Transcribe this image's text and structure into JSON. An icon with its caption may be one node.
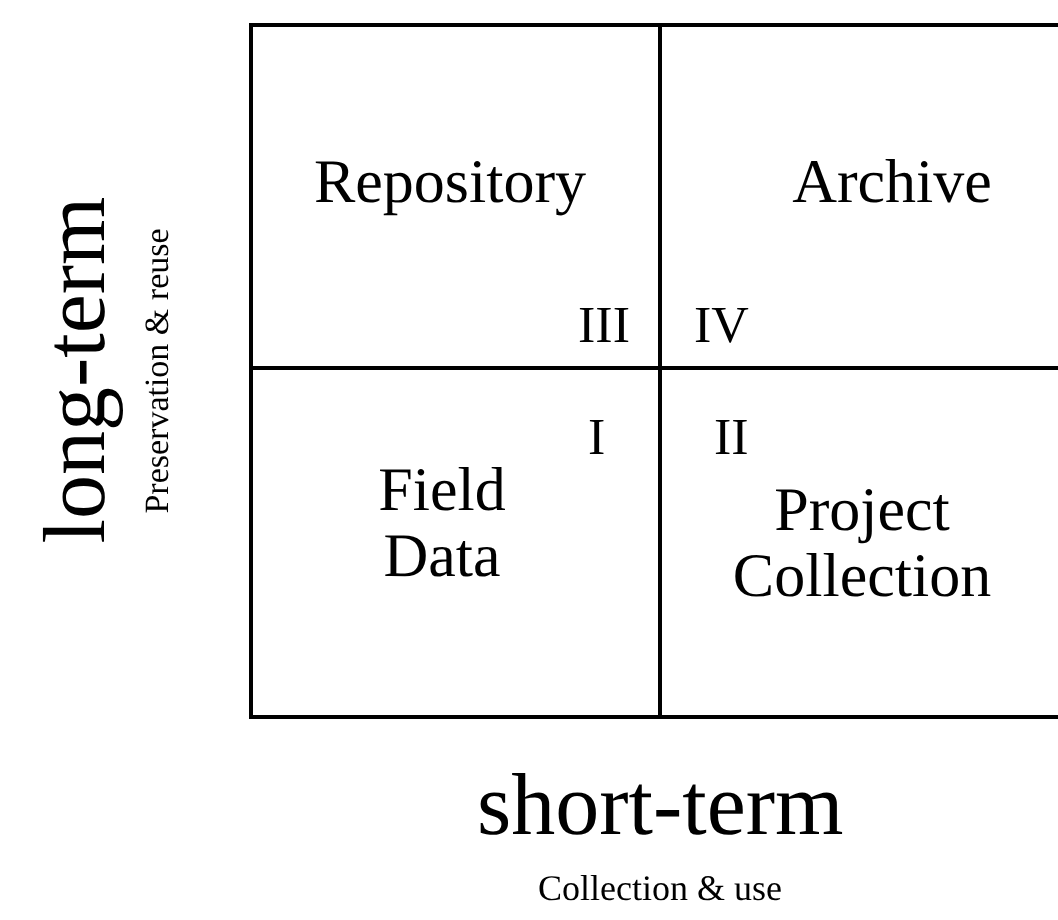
{
  "diagram": {
    "nodes": [
      {
        "text": [
          "Repository",
          "III"
        ]
      },
      {
        "text": [
          "Archive",
          "IV"
        ]
      },
      {
        "text": [
          "I",
          "Field Data"
        ]
      },
      {
        "text": [
          "II",
          "Project Collection"
        ]
      }
    ],
    "labels": [
      "long-term",
      "Preservation & reuse",
      "short-term",
      "Collection & use"
    ]
  }
}
